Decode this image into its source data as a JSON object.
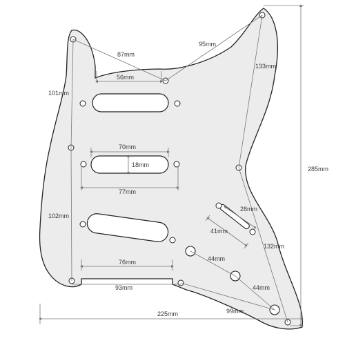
{
  "colors": {
    "guard_fill": "#ececec",
    "guard_stroke": "#222222",
    "dim_line": "#777777",
    "hole_fill": "#ffffff"
  },
  "dimensions": {
    "d87": "87mm",
    "d95": "95mm",
    "d56": "56mm",
    "d133": "133mm",
    "d101": "101mm",
    "d70": "70mm",
    "d18": "18mm",
    "d77": "77mm",
    "d285": "285mm",
    "d28": "28mm",
    "d102": "102mm",
    "d41": "41mm",
    "d132": "132mm",
    "d44a": "44mm",
    "d76": "76mm",
    "d44b": "44mm",
    "d93": "93mm",
    "d99": "99mm",
    "d225": "225mm"
  }
}
